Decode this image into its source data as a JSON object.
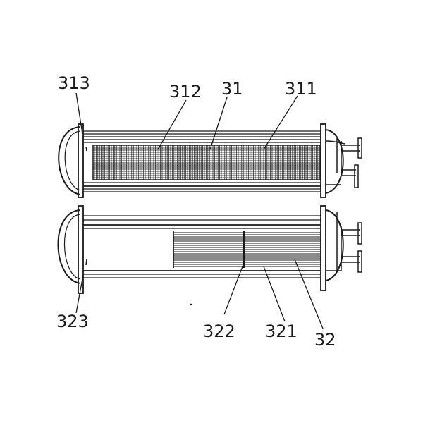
{
  "figure": {
    "labels": {
      "l313": "313",
      "l312": "312",
      "l31": "31",
      "l311": "311",
      "l323": "323",
      "l322": "322",
      "l321": "321",
      "l32": "32"
    },
    "colors": {
      "ink": "#1a1a1a",
      "background": "#ffffff"
    }
  }
}
